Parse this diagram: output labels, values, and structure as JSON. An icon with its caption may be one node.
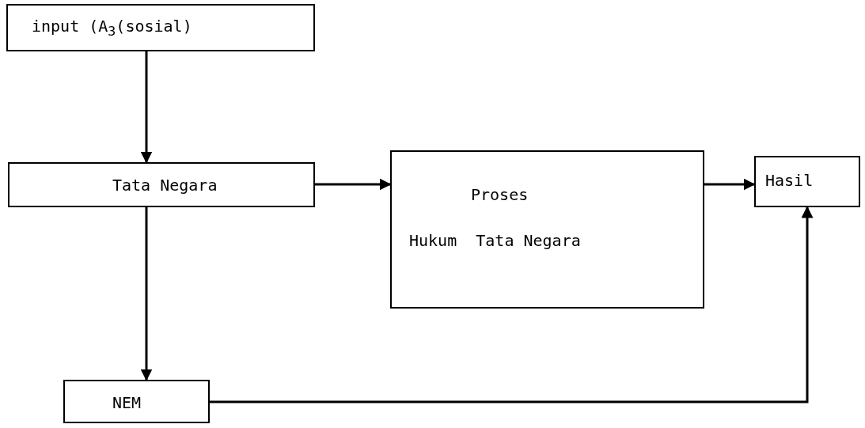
{
  "diagram": {
    "nodes": [
      {
        "text": [
          "input (A$_{3}$(sosial)"
        ]
      },
      {
        "text": [
          "Tata Negara"
        ]
      },
      {
        "text": [
          "Proses",
          "Hukum  Tata Negara"
        ]
      },
      {
        "text": [
          "Hasil"
        ]
      },
      {
        "text": [
          "NEM"
        ]
      }
    ],
    "edges": [
      {
        "from": 0,
        "to": 1,
        "arrow": "to"
      },
      {
        "from": 1,
        "to": 2,
        "arrow": "to"
      },
      {
        "from": 2,
        "to": 3,
        "arrow": "to"
      },
      {
        "from": 1,
        "to": 4,
        "arrow": "to"
      },
      {
        "from": 4,
        "to": 3,
        "arrow": "to"
      }
    ]
  }
}
